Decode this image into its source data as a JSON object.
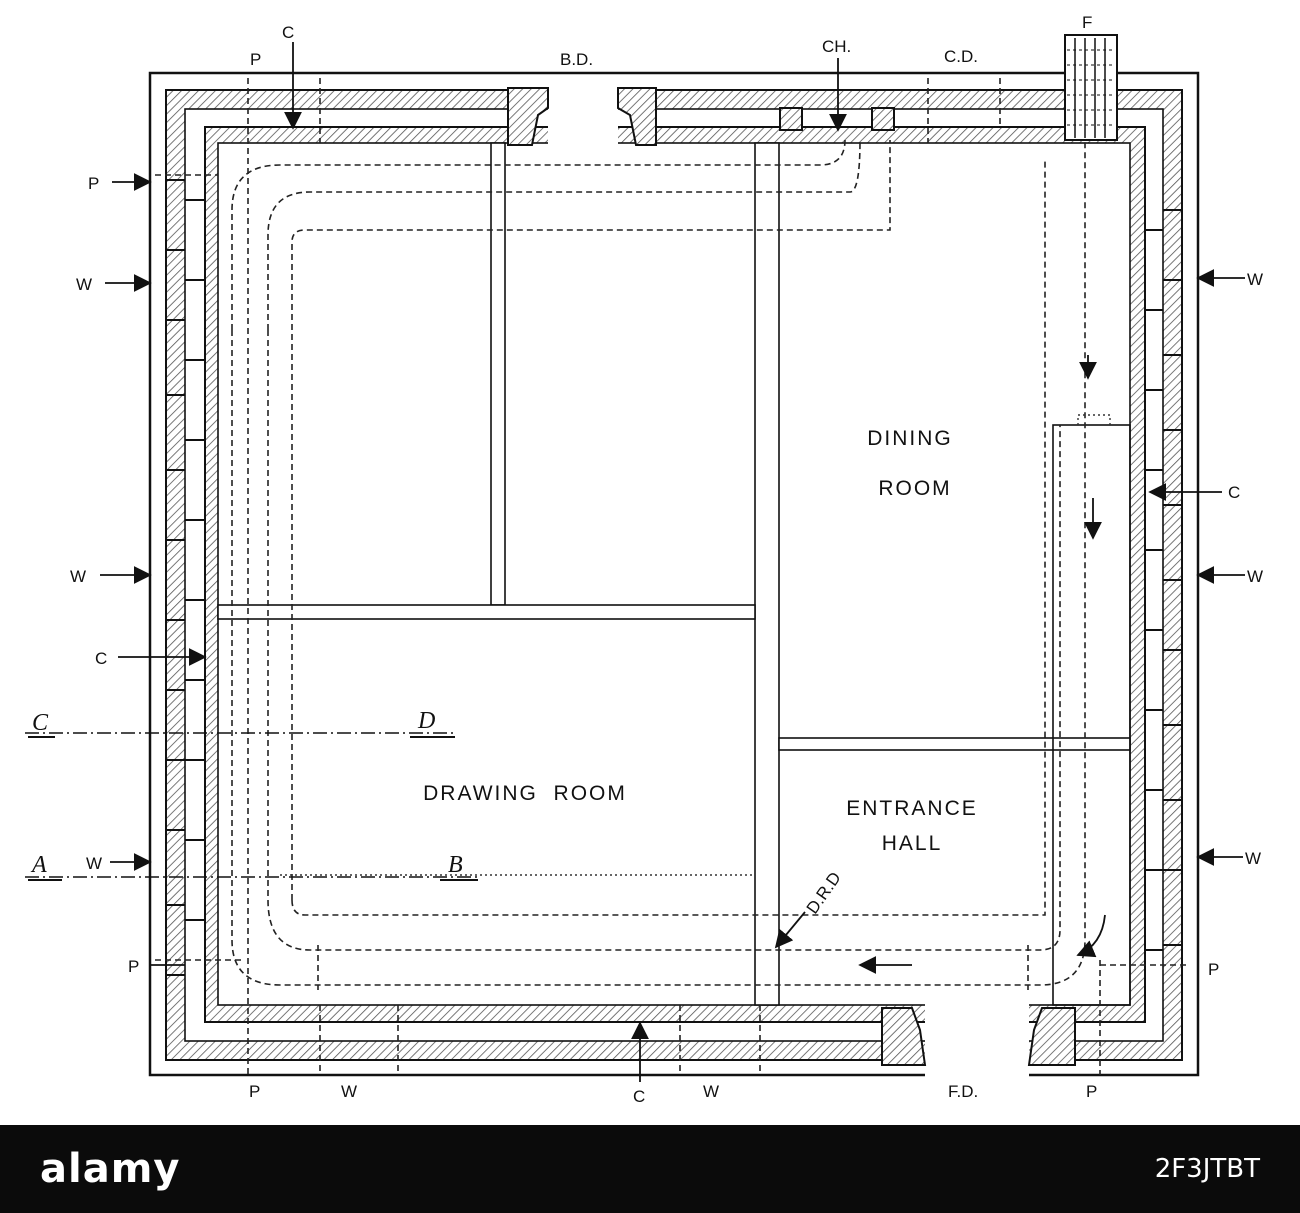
{
  "labels": {
    "p_top": "P",
    "c_top": "C",
    "bd": "B.D.",
    "ch": "CH.",
    "cd": "C.D.",
    "f": "F",
    "p_left_top": "P",
    "w_left_1": "W",
    "w_left_2": "W",
    "c_left": "C",
    "w_left_3": "W",
    "p_left_bottom": "P",
    "w_right_1": "W",
    "c_right": "C",
    "w_right_2": "W",
    "w_right_3": "W",
    "p_right_bottom": "P",
    "p_bottom_left": "P",
    "w_bottom_1": "W",
    "c_bottom": "C",
    "w_bottom_2": "W",
    "fd": "F.D.",
    "p_bottom_right": "P",
    "drd": "D.R.D"
  },
  "section_marks": {
    "c": "C",
    "d": "D",
    "a": "A",
    "b": "B"
  },
  "rooms": {
    "dining_line1": "DINING",
    "dining_line2": "ROOM",
    "drawing": "DRAWING  ROOM",
    "entrance_line1": "ENTRANCE",
    "entrance_line2": "HALL"
  },
  "footer": {
    "logo": "alamy",
    "image_id": "2F3JTBT"
  }
}
